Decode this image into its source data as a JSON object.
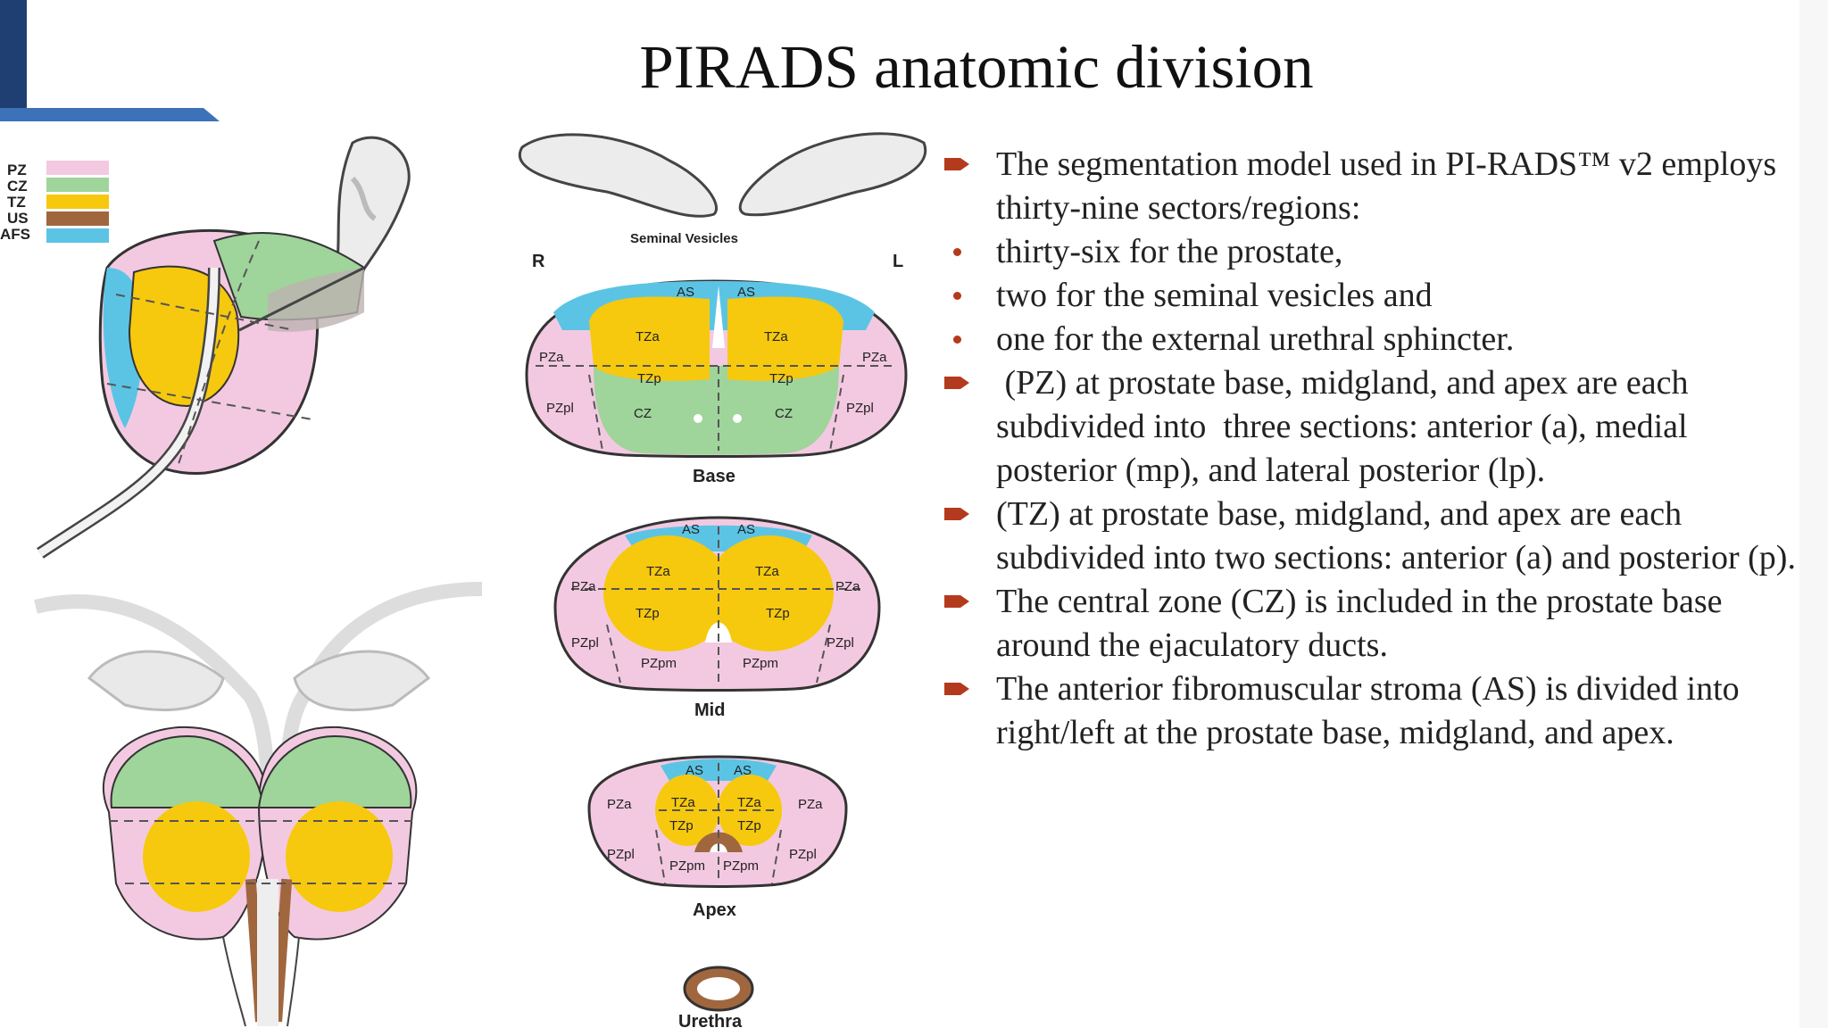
{
  "slide": {
    "title": "PIRADS anatomic division"
  },
  "figure": {
    "legend": [
      {
        "label": "PZ",
        "color": "#f3c9e1"
      },
      {
        "label": "CZ",
        "color": "#9fd49b"
      },
      {
        "label": "TZ",
        "color": "#f6c90e"
      },
      {
        "label": "US",
        "color": "#a0673f"
      },
      {
        "label": "AFS",
        "color": "#5bc4e4"
      }
    ],
    "seminal_vesicles_label": "Seminal Vesicles",
    "side_right": "R",
    "side_left": "L",
    "base": {
      "title": "Base",
      "as_left": "AS",
      "as_right": "AS",
      "tza_left": "TZa",
      "tza_right": "TZa",
      "tzp_left": "TZp",
      "tzp_right": "TZp",
      "pza_left": "PZa",
      "pza_right": "PZa",
      "pzpl_left": "PZpl",
      "pzpl_right": "PZpl",
      "cz_left": "CZ",
      "cz_right": "CZ"
    },
    "mid": {
      "title": "Mid",
      "as_left": "AS",
      "as_right": "AS",
      "tza_left": "TZa",
      "tza_right": "TZa",
      "tzp_left": "TZp",
      "tzp_right": "TZp",
      "pza_left": "PZa",
      "pza_right": "PZa",
      "pzpl_left": "PZpl",
      "pzpl_right": "PZpl",
      "pzpm_left": "PZpm",
      "pzpm_right": "PZpm"
    },
    "apex": {
      "title": "Apex",
      "as_left": "AS",
      "as_right": "AS",
      "tza_left": "TZa",
      "tza_right": "TZa",
      "tzp_left": "TZp",
      "tzp_right": "TZp",
      "pza_left": "PZa",
      "pza_right": "PZa",
      "pzpl_left": "PZpl",
      "pzpl_right": "PZpl",
      "pzpm_left": "PZpm",
      "pzpm_right": "PZpm"
    },
    "urethra_label": "Urethra"
  },
  "bullets": [
    {
      "marker": "arrow",
      "text": "The segmentation model used in PI-RADS™ v2 employs thirty-nine sectors/regions:"
    },
    {
      "marker": "dot",
      "text": "thirty-six for the prostate,"
    },
    {
      "marker": "dot",
      "text": "two for the seminal vesicles and"
    },
    {
      "marker": "dot",
      "text": "one for the external urethral sphincter."
    },
    {
      "marker": "arrow",
      "text": " (PZ) at prostate base, midgland, and apex are each subdivided into  three sections: anterior (a), medial posterior (mp), and lateral posterior (lp)."
    },
    {
      "marker": "arrow",
      "text": "(TZ) at prostate base, midgland, and apex are each subdivided into two sections: anterior (a) and posterior (p)."
    },
    {
      "marker": "arrow",
      "text": "The central zone (CZ) is included in the prostate base around the ejaculatory ducts."
    },
    {
      "marker": "arrow",
      "text": "The anterior fibromuscular stroma (AS) is divided into right/left at the prostate base, midgland, and apex."
    }
  ],
  "colors": {
    "bullet_marker": "#b43a1e",
    "accent_dark": "#1f3f73",
    "accent_light": "#3d72b8"
  }
}
